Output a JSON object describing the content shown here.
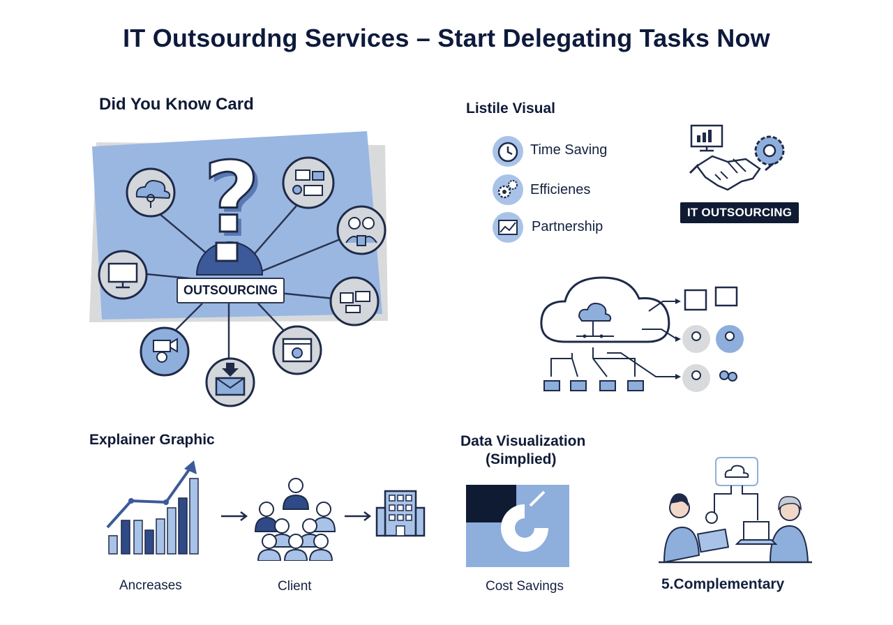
{
  "page": {
    "title": "IT Outsourdng Services – Start Delegating Tasks Now"
  },
  "did_you_know": {
    "heading": "Did You Know Card",
    "center_label": "OUTSOURCING",
    "icons": [
      "cloud-icon",
      "devices-icon",
      "team-icon",
      "monitor-icon",
      "computers-icon",
      "settings-window-icon",
      "email-icon",
      "video-chat-icon",
      "question-mark-icon"
    ]
  },
  "listicle": {
    "heading": "Listile Visual",
    "items": [
      {
        "label": "Time Saving",
        "icon": "clock-icon"
      },
      {
        "label": "Efficienes",
        "icon": "gears-icon"
      },
      {
        "label": "Partnership",
        "icon": "chart-image-icon"
      }
    ],
    "badge": "IT OUTSOURCING"
  },
  "explainer": {
    "heading": "Explainer Graphic",
    "captions": {
      "growth": "Ancreases",
      "client": "Client"
    }
  },
  "data_viz": {
    "heading_line1": "Data Visualization",
    "heading_line2": "(Simplied)",
    "caption": "Cost Savings"
  },
  "complementary": {
    "caption": "5.Complementary"
  },
  "colors": {
    "accent_blue": "#8eaedc",
    "light_blue": "#a9c3e8",
    "navy": "#0f1a33",
    "gray": "#d9dadc"
  }
}
